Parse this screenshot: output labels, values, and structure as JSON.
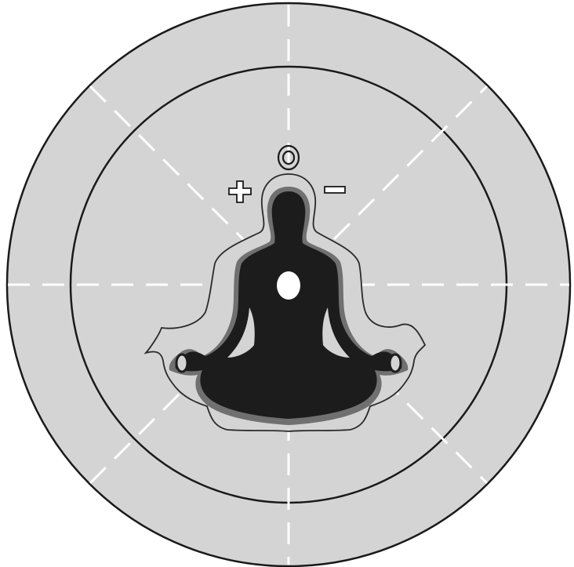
{
  "diagram": {
    "colors": {
      "disc_fill": "#d4d4d4",
      "ring_stroke": "#1a1a1a",
      "dash_stroke": "#ffffff",
      "figure_fill": "#1c1c1c",
      "figure_edge": "#707070",
      "aura_stroke": "#2a2a2a",
      "heart_point_fill": "#ffffff"
    },
    "symbols": {
      "plus_icon": "plus-sign",
      "minus_icon": "minus-sign",
      "neutral_icon": "double-circle"
    }
  }
}
